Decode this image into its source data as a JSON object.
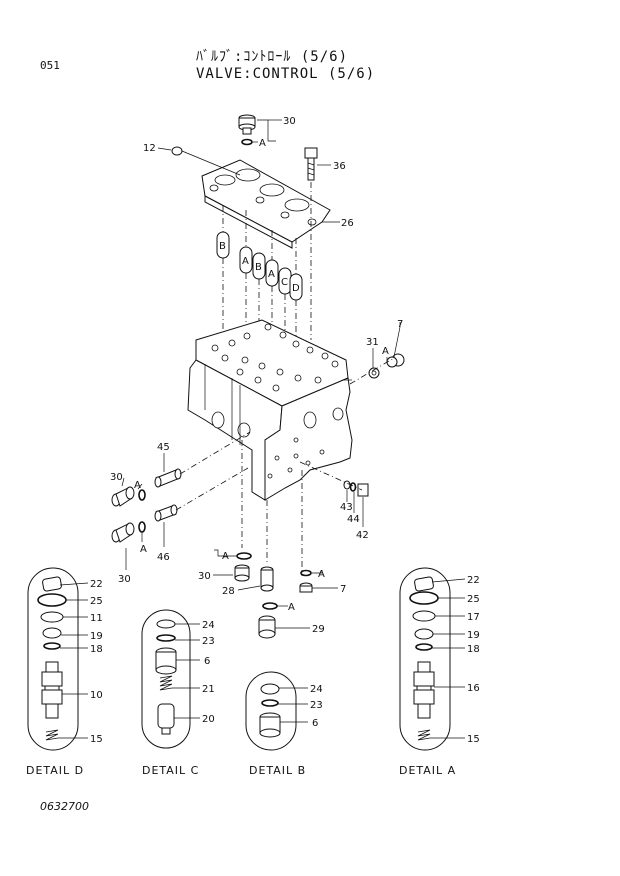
{
  "header": {
    "page_number": "051",
    "title_jp": "ﾊﾞﾙﾌﾞ:ｺﾝﾄﾛｰﾙ (5/6)",
    "title_en": "VALVE:CONTROL (5/6)"
  },
  "footer": {
    "drawing_number": "0632700"
  },
  "part_numbers": {
    "p30_top": "30",
    "p12": "12",
    "pA_top": "A",
    "p36": "36",
    "p26": "26",
    "p7_right": "7",
    "p31": "31",
    "pA_right": "A",
    "pB_left": "B",
    "pA_1": "A",
    "pB_2": "B",
    "pA_3": "A",
    "pC": "C",
    "pD": "D",
    "p45": "45",
    "p30_left_a": "30",
    "pA_left_a": "A",
    "p30_left_b": "30",
    "pA_left_b": "A",
    "p46": "46",
    "p43": "43",
    "p44": "44",
    "p42": "42",
    "pA_bc1": "A",
    "p30_bc": "30",
    "p28": "28",
    "pA_bc2": "A",
    "p7_bc": "7",
    "pA_bc3": "A",
    "p29": "29"
  },
  "details": {
    "d": {
      "label": "DETAIL D",
      "parts": [
        "22",
        "25",
        "11",
        "19",
        "18",
        "10",
        "15"
      ]
    },
    "c": {
      "label": "DETAIL C",
      "parts": [
        "24",
        "23",
        "6",
        "21",
        "20"
      ]
    },
    "b": {
      "label": "DETAIL B",
      "parts": [
        "24",
        "23",
        "6"
      ]
    },
    "a": {
      "label": "DETAIL A",
      "parts": [
        "22",
        "25",
        "17",
        "19",
        "18",
        "16",
        "15"
      ]
    }
  }
}
